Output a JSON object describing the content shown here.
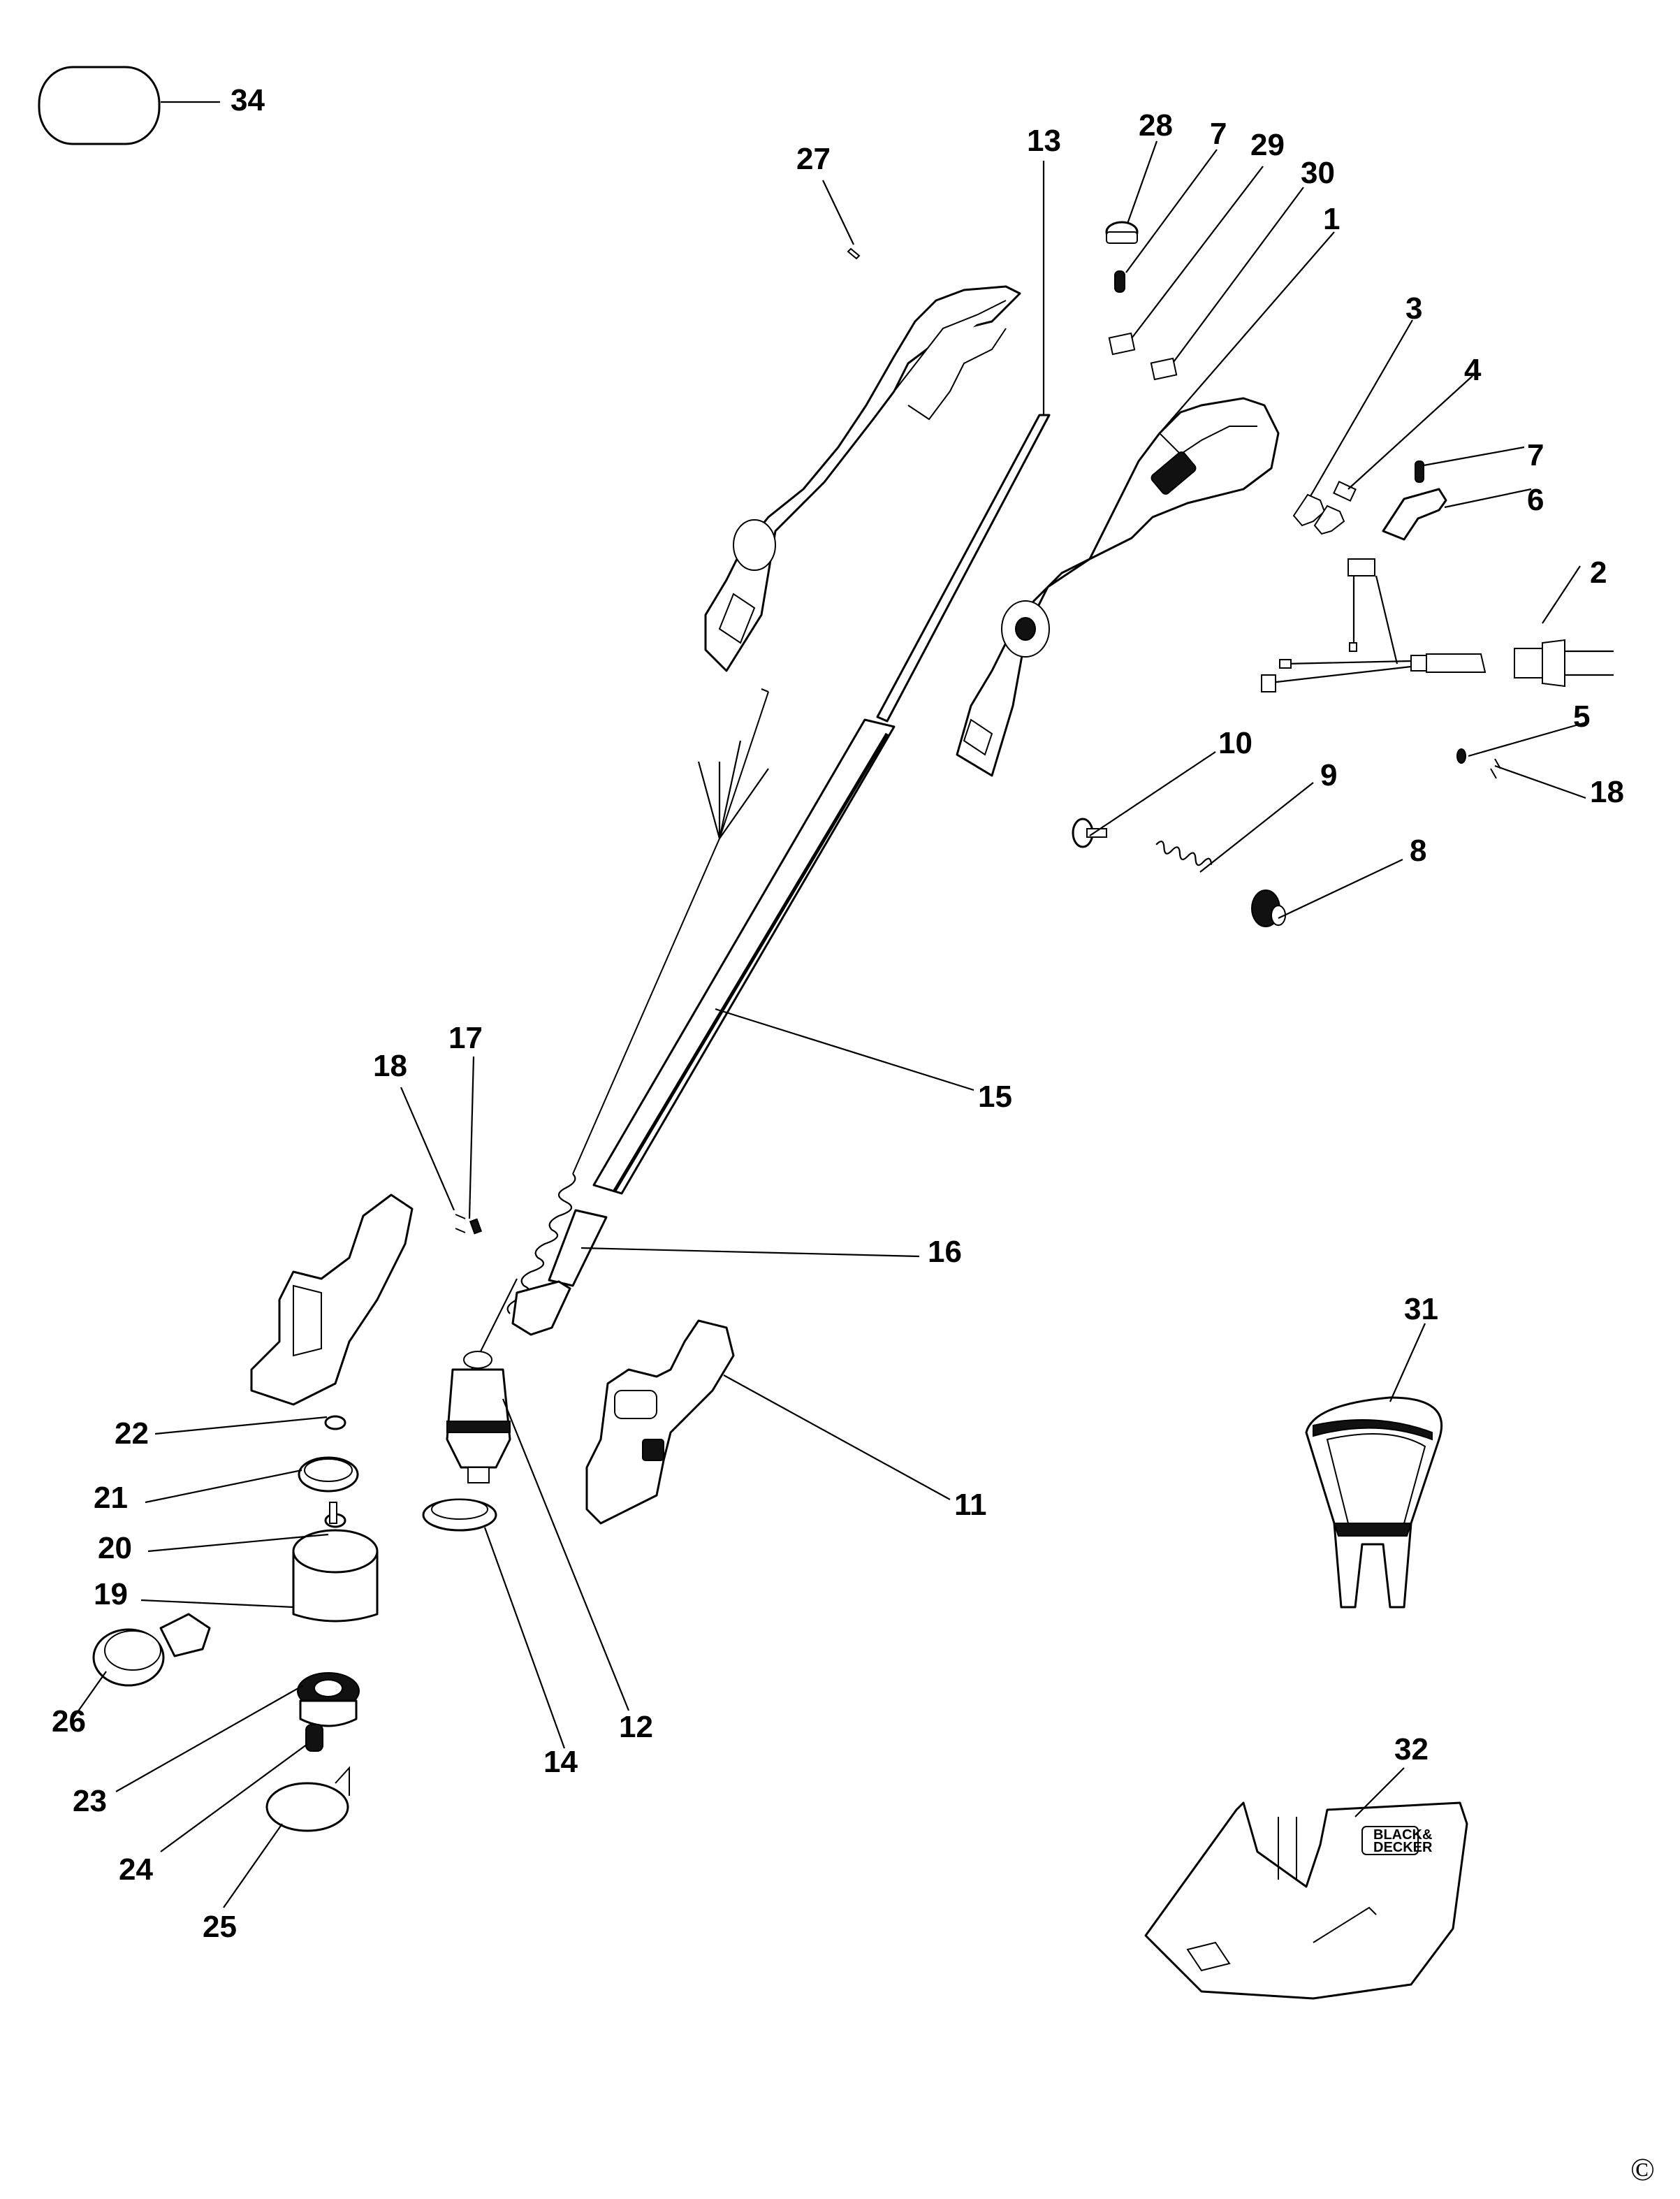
{
  "diagram": {
    "type": "exploded-parts-diagram",
    "subject": "string trimmer",
    "brand_logo_text": [
      "BLACK&",
      "DECKER"
    ],
    "copyright_symbol": "©",
    "part_labels": [
      {
        "id": "34",
        "part": "badge-outline"
      },
      {
        "id": "27",
        "part": "screw"
      },
      {
        "id": "13",
        "part": "tube-insert"
      },
      {
        "id": "28",
        "part": "switch-button"
      },
      {
        "id": "7",
        "part": "spring"
      },
      {
        "id": "29",
        "part": "switch"
      },
      {
        "id": "30",
        "part": "switch"
      },
      {
        "id": "1",
        "part": "handle-housing-right"
      },
      {
        "id": "3",
        "part": "terminal-plates"
      },
      {
        "id": "4",
        "part": "switch-small"
      },
      {
        "id": "7",
        "part": "spring"
      },
      {
        "id": "6",
        "part": "trigger"
      },
      {
        "id": "2",
        "part": "power-cord"
      },
      {
        "id": "5",
        "part": "screw"
      },
      {
        "id": "18",
        "part": "cable-clip"
      },
      {
        "id": "10",
        "part": "locking-button"
      },
      {
        "id": "9",
        "part": "spring"
      },
      {
        "id": "8",
        "part": "knob"
      },
      {
        "id": "15",
        "part": "shaft-tube"
      },
      {
        "id": "16",
        "part": "lower-tube-collar"
      },
      {
        "id": "17",
        "part": "cable-clamp"
      },
      {
        "id": "18",
        "part": "screws"
      },
      {
        "id": "11",
        "part": "motor-housing-right"
      },
      {
        "id": "12",
        "part": "motor"
      },
      {
        "id": "14",
        "part": "retaining-ring"
      },
      {
        "id": "22",
        "part": "washer"
      },
      {
        "id": "21",
        "part": "gear"
      },
      {
        "id": "20",
        "part": "washer"
      },
      {
        "id": "19",
        "part": "spool-housing"
      },
      {
        "id": "26",
        "part": "edging-wheel"
      },
      {
        "id": "23",
        "part": "spool"
      },
      {
        "id": "24",
        "part": "spool-spring"
      },
      {
        "id": "25",
        "part": "spool-cover"
      },
      {
        "id": "31",
        "part": "front-handle"
      },
      {
        "id": "32",
        "part": "guard"
      }
    ]
  }
}
